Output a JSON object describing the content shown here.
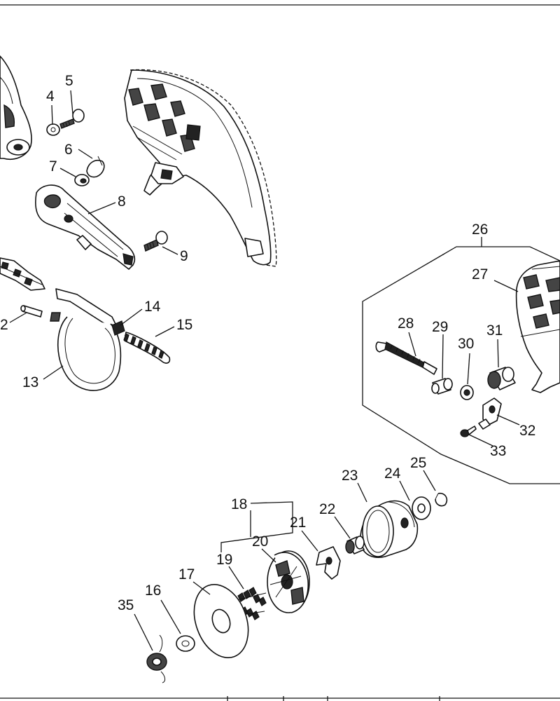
{
  "diagram": {
    "labels": [
      {
        "id": "p4",
        "text": "4"
      },
      {
        "id": "p5",
        "text": "5"
      },
      {
        "id": "p6",
        "text": "6"
      },
      {
        "id": "p7",
        "text": "7"
      },
      {
        "id": "p8",
        "text": "8"
      },
      {
        "id": "p9",
        "text": "9"
      },
      {
        "id": "p12",
        "text": "2"
      },
      {
        "id": "p13",
        "text": "13"
      },
      {
        "id": "p14",
        "text": "14"
      },
      {
        "id": "p15",
        "text": "15"
      },
      {
        "id": "p16",
        "text": "16"
      },
      {
        "id": "p17",
        "text": "17"
      },
      {
        "id": "p18",
        "text": "18"
      },
      {
        "id": "p19",
        "text": "19"
      },
      {
        "id": "p20",
        "text": "20"
      },
      {
        "id": "p21",
        "text": "21"
      },
      {
        "id": "p22",
        "text": "22"
      },
      {
        "id": "p23",
        "text": "23"
      },
      {
        "id": "p24",
        "text": "24"
      },
      {
        "id": "p25",
        "text": "25"
      },
      {
        "id": "p26",
        "text": "26"
      },
      {
        "id": "p27",
        "text": "27"
      },
      {
        "id": "p28",
        "text": "28"
      },
      {
        "id": "p29",
        "text": "29"
      },
      {
        "id": "p30",
        "text": "30"
      },
      {
        "id": "p31",
        "text": "31"
      },
      {
        "id": "p32",
        "text": "32"
      },
      {
        "id": "p33",
        "text": "33"
      },
      {
        "id": "p35",
        "text": "35"
      }
    ]
  }
}
